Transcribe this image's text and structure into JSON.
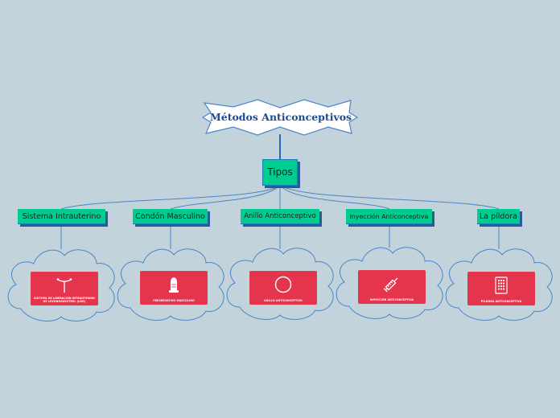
{
  "root": {
    "title": "Métodos Anticonceptivos"
  },
  "hub": {
    "label": "Tipos"
  },
  "topics": [
    {
      "label": "Sistema Intrauterino",
      "caption": "SISTEMA DE LIBERACIÓN INTRAUTERINO DE LEVONORGESTREL (LNG)",
      "icon": "iud-icon"
    },
    {
      "label": "Condón Masculino",
      "caption": "PRESERVATIVO MASCULINO",
      "icon": "condom-icon"
    },
    {
      "label": "Anillo Anticonceptivo",
      "caption": "ANILLO ANTICONCEPTIVO",
      "icon": "ring-icon"
    },
    {
      "label": "Inyección Anticonceptiva",
      "caption": "INYECCIÓN ANTICONCEPTIVA",
      "icon": "syringe-icon"
    },
    {
      "label": "La píldora",
      "caption": "PÍLDORA ANTICONCEPTIVA",
      "icon": "pill-pack-icon"
    }
  ],
  "colors": {
    "background": "#c2d3dc",
    "topic_fill": "#00cc8f",
    "card_fill": "#e5354c",
    "connector": "#4a86c8",
    "title_text": "#1d4a8f"
  }
}
